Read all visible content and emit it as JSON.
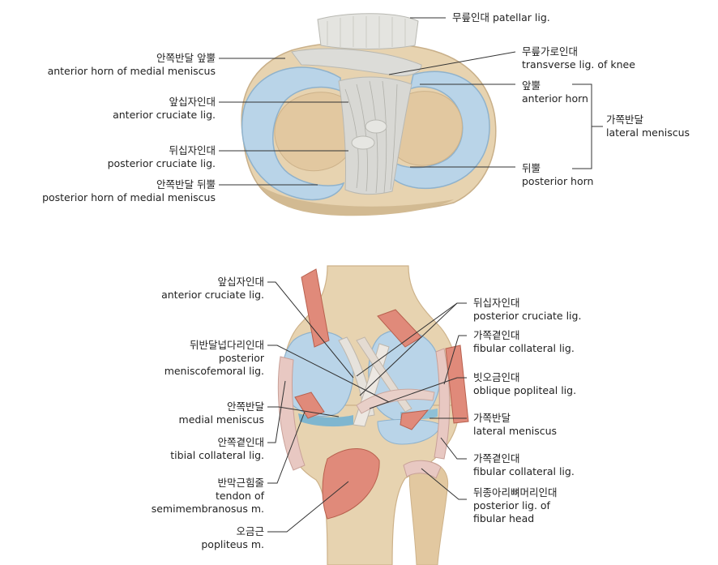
{
  "top_figure": {
    "patellar": [
      "무릎인대 patellar lig."
    ],
    "ant_horn_medial": [
      "안쪽반달 앞뿔",
      "anterior horn of medial meniscus"
    ],
    "transverse": [
      "무릎가로인대",
      "transverse lig. of knee"
    ],
    "ant_horn": [
      "앞뿔",
      "anterior horn"
    ],
    "acl": [
      "앞십자인대",
      "anterior cruciate lig."
    ],
    "lateral_meniscus": [
      "가쪽반달",
      "lateral meniscus"
    ],
    "pcl": [
      "뒤십자인대",
      "posterior cruciate lig."
    ],
    "post_horn": [
      "뒤뿔",
      "posterior horn"
    ],
    "post_horn_medial": [
      "안쪽반달 뒤뿔",
      "posterior horn of medial meniscus"
    ]
  },
  "bottom_figure": {
    "acl": [
      "앞십자인대",
      "anterior cruciate lig."
    ],
    "pmfl": [
      "뒤반달넙다리인대",
      "posterior",
      "meniscofemoral lig."
    ],
    "medial_meniscus": [
      "안쪽반달",
      "medial meniscus"
    ],
    "tibial_collateral": [
      "안쪽곁인대",
      "tibial collateral lig."
    ],
    "semimembranosus": [
      "반막근힘줄",
      "tendon of",
      "semimembranosus m."
    ],
    "popliteus": [
      "오금근",
      "popliteus m."
    ],
    "pcl": [
      "뒤십자인대",
      "posterior cruciate lig."
    ],
    "fibular_collateral_1": [
      "가쪽곁인대",
      "fibular collateral lig."
    ],
    "oblique_popliteal": [
      "빗오금인대",
      "oblique popliteal lig."
    ],
    "lateral_meniscus": [
      "가쪽반달",
      "lateral meniscus"
    ],
    "fibular_collateral_2": [
      "가쪽곁인대",
      "fibular collateral lig."
    ],
    "post_fibular_head": [
      "뒤종아리뼈머리인대",
      "posterior lig. of",
      "fibular head"
    ]
  },
  "colors": {
    "bone": "#e7d3b0",
    "bone_shadow": "#d2ba92",
    "meniscus": "#b9d4e8",
    "meniscus_light": "#dbe9f4",
    "ligament": "#d8d8d4",
    "tendon": "#e8c8c2",
    "muscle": "#e08a7a",
    "line": "#333333"
  }
}
